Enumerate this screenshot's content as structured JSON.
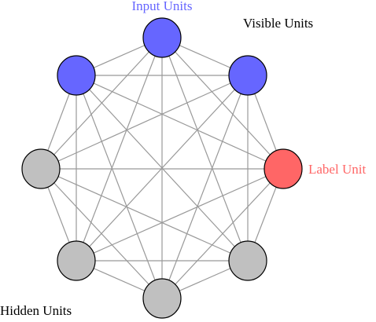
{
  "colors": {
    "input": "#6666ff",
    "label_unit": "#ff6666",
    "hidden": "#c0c0c0",
    "edge": "#999999",
    "visible_text": "#000000"
  },
  "labels": {
    "input_units": "Input Units",
    "visible_units": "Visible Units",
    "label_unit": "Label Unit",
    "hidden_units": "Hidden Units"
  },
  "nodes": [
    {
      "id": "input-top",
      "role": "input"
    },
    {
      "id": "input-right",
      "role": "input"
    },
    {
      "id": "label",
      "role": "label_unit"
    },
    {
      "id": "hidden-lower-right",
      "role": "hidden"
    },
    {
      "id": "hidden-bottom",
      "role": "hidden"
    },
    {
      "id": "hidden-lower-left",
      "role": "hidden"
    },
    {
      "id": "hidden-left",
      "role": "hidden"
    },
    {
      "id": "input-left",
      "role": "input"
    }
  ],
  "connectivity": "fully-connected"
}
